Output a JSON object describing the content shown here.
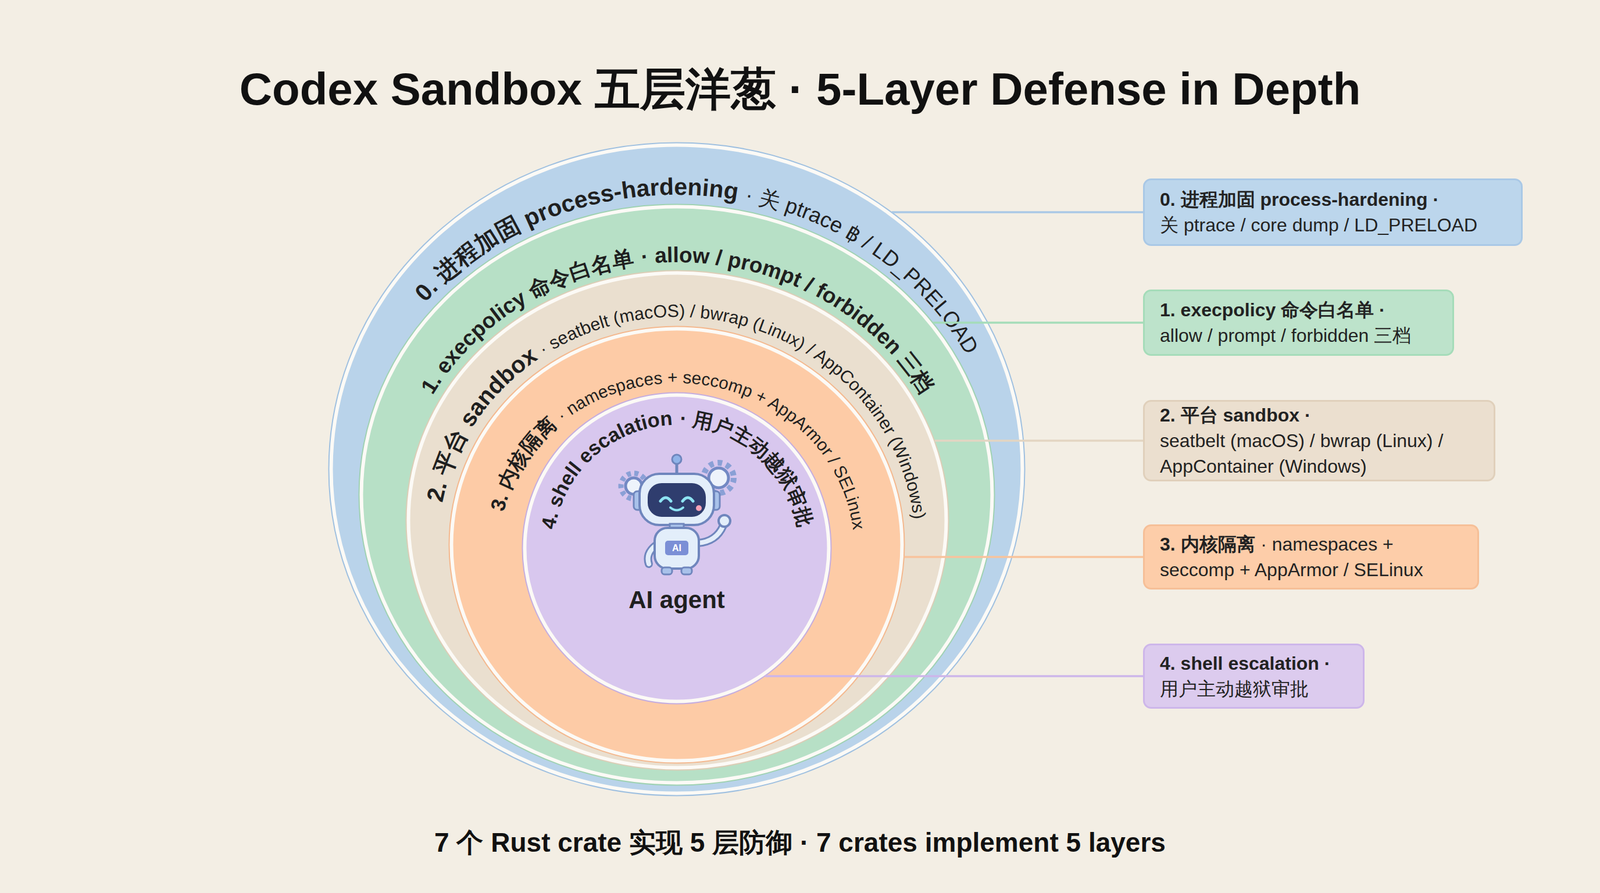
{
  "diagram": {
    "title": "Codex Sandbox 五层洋葱 · 5-Layer Defense in Depth",
    "caption": "7 个 Rust crate 实现 5 层防御 · 7 crates implement 5 layers",
    "nodes": [
      {
        "text": [
          "0. 进程加固 process-hardening",
          "· 关 ptrace ฿ / LD_PRELOAD"
        ]
      },
      {
        "text": [
          "1. execpolicy 命令白名单",
          "· allow / prompt / forbidden 三档"
        ],
        "in": 0
      },
      {
        "text": [
          "2. 平台 sandbox",
          "· seatbelt (macOS) / bwrap (Linux) / AppContainer (Windows)"
        ],
        "in": 1
      },
      {
        "text": [
          "3. 内核隔离",
          "· namespaces + seccomp + AppArmor / SELinux"
        ],
        "in": 2
      },
      {
        "text": [
          "4. shell escalation",
          "· 用户主动越狱审批"
        ],
        "in": 3
      },
      {
        "text": [
          "0. 进程加固 process-hardening ·",
          "关 ptrace / core dump / LD_PRELOAD"
        ]
      },
      {
        "text": [
          "1. execpolicy 命令白名单 ·",
          "allow / prompt / forbidden 三档"
        ]
      },
      {
        "text": [
          "2. 平台 sandbox ·",
          "seatbelt (macOS) / bwrap (Linux) / AppContainer (Windows)"
        ]
      },
      {
        "text": [
          "3. 内核隔离",
          "· namespaces + seccomp + AppArmor / SELinux"
        ]
      },
      {
        "text": [
          "4. shell escalation ·",
          "用户主动越狱审批"
        ]
      }
    ],
    "edges": [
      {
        "from": 0,
        "to": 5,
        "arrow": "none"
      },
      {
        "from": 1,
        "to": 6,
        "arrow": "none"
      },
      {
        "from": 2,
        "to": 7,
        "arrow": "none"
      },
      {
        "from": 3,
        "to": 8,
        "arrow": "none"
      },
      {
        "from": 4,
        "to": 9,
        "arrow": "none"
      }
    ],
    "labels": [
      "AI",
      "AI agent"
    ]
  }
}
